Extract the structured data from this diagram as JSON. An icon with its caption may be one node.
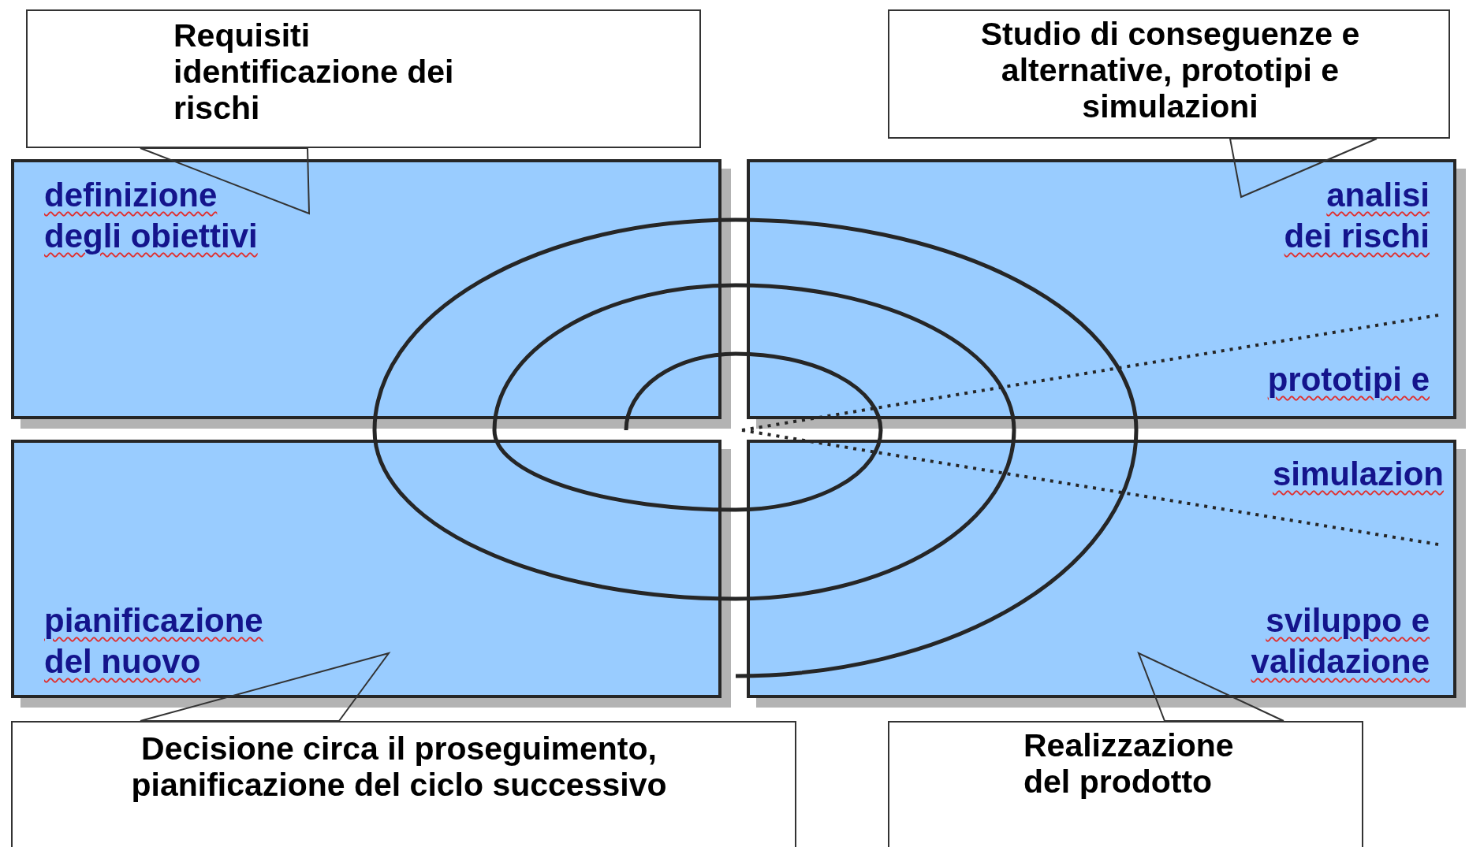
{
  "diagram": {
    "nodes": [
      {
        "text": [
          "Requisiti identificazione dei rischi"
        ]
      },
      {
        "text": [
          "Studio di conseguenze e alternative, prototipi e simulazioni"
        ]
      },
      {
        "text": [
          "definizione degli obiettivi"
        ]
      },
      {
        "text": [
          "analisi dei rischi",
          "prototipi e"
        ]
      },
      {
        "text": [
          "pianificazione del nuovo"
        ]
      },
      {
        "text": [
          "simulazion",
          "sviluppo e validazione"
        ]
      },
      {
        "text": [
          "Decisione circa il proseguimento, pianificazione del ciclo successivo"
        ]
      },
      {
        "text": [
          "Realizzazione del prodotto"
        ]
      }
    ],
    "edges": [
      {
        "from": 0,
        "to": 2,
        "arrow": "none"
      },
      {
        "from": 1,
        "to": 3,
        "arrow": "none"
      },
      {
        "from": 6,
        "to": 4,
        "arrow": "none"
      },
      {
        "from": 7,
        "to": 5,
        "arrow": "none"
      }
    ]
  }
}
